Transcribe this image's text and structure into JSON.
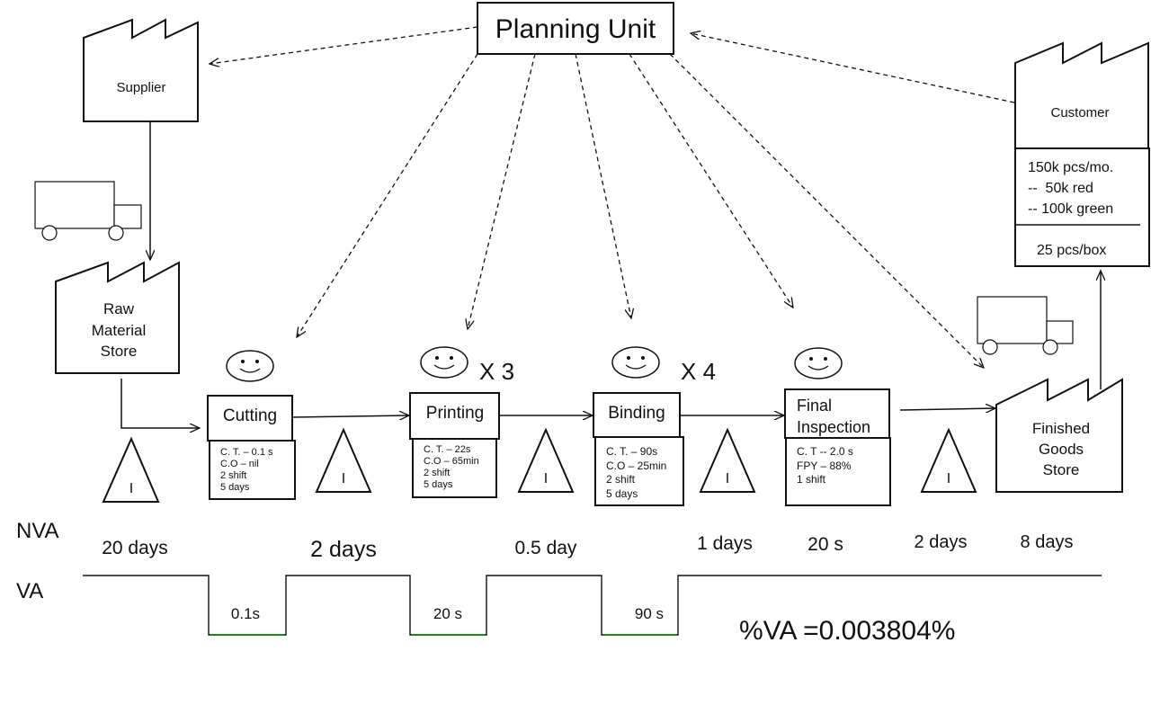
{
  "planning_unit": "Planning Unit",
  "supplier": "Supplier",
  "customer": {
    "name": "Customer",
    "demand": [
      "150k pcs/mo.",
      "--  50k red",
      "-- 100k green"
    ],
    "packaging": "25 pcs/box"
  },
  "raw_store": [
    "Raw",
    "Material",
    "Store"
  ],
  "finished_store": [
    "Finished",
    "Goods",
    "Store"
  ],
  "inventory_symbol": "I",
  "processes": {
    "cutting": {
      "title": "Cutting",
      "data": [
        "C. T. – 0.1 s",
        "C.O – nil",
        "2 shift",
        "5 days"
      ]
    },
    "printing": {
      "title": "Printing",
      "operators": "X 3",
      "data": [
        "C. T. – 22s",
        "C.O – 65min",
        "2 shift",
        "5 days"
      ]
    },
    "binding": {
      "title": "Binding",
      "operators": "X 4",
      "data": [
        "C. T. – 90s",
        "C.O – 25min",
        "2 shift",
        "5 days"
      ]
    },
    "inspection": {
      "title": [
        "Final",
        "Inspection"
      ],
      "data": [
        "C. T -- 2.0 s",
        "FPY – 88%",
        "1 shift"
      ]
    }
  },
  "timeline": {
    "nva_label": "NVA",
    "va_label": "VA",
    "nva": [
      "20 days",
      "2 days",
      "0.5 day",
      "1 days",
      "20 s",
      "2 days",
      "8 days"
    ],
    "va": [
      "0.1s",
      "20 s",
      "90 s"
    ],
    "percent_va": "%VA =0.003804%"
  },
  "colors": {
    "line": "#111111",
    "va_step_bottom": "#1a8a1a",
    "background": "#ffffff"
  }
}
